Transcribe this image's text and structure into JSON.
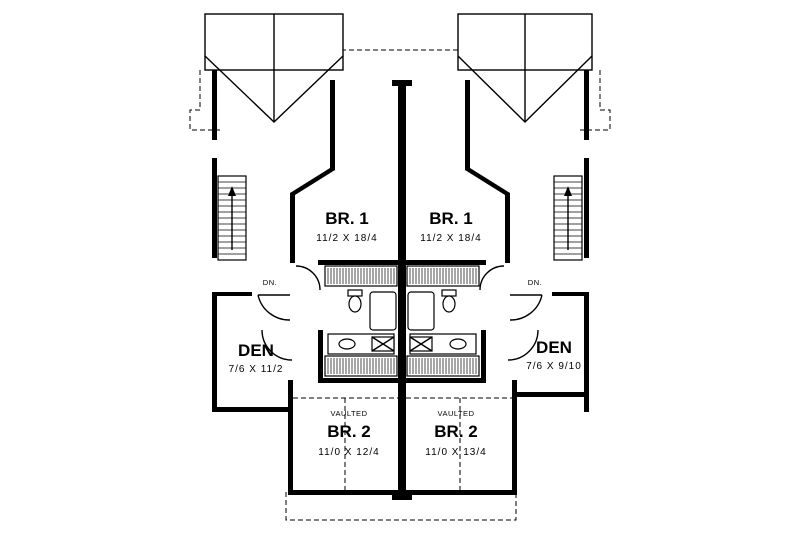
{
  "rooms": {
    "br1_left": {
      "name": "BR. 1",
      "dims": "11/2 X 18/4"
    },
    "br1_right": {
      "name": "BR. 1",
      "dims": "11/2 X 18/4"
    },
    "den_left": {
      "name": "DEN",
      "dims": "7/6 X 11/2"
    },
    "den_right": {
      "name": "DEN",
      "dims": "7/6 X 9/10"
    },
    "br2_left": {
      "note": "VAULTED",
      "name": "BR. 2",
      "dims": "11/0 X 12/4"
    },
    "br2_right": {
      "note": "VAULTED",
      "name": "BR. 2",
      "dims": "11/0 X 13/4"
    }
  },
  "stairs": {
    "left_label": "DN.",
    "right_label": "DN."
  }
}
